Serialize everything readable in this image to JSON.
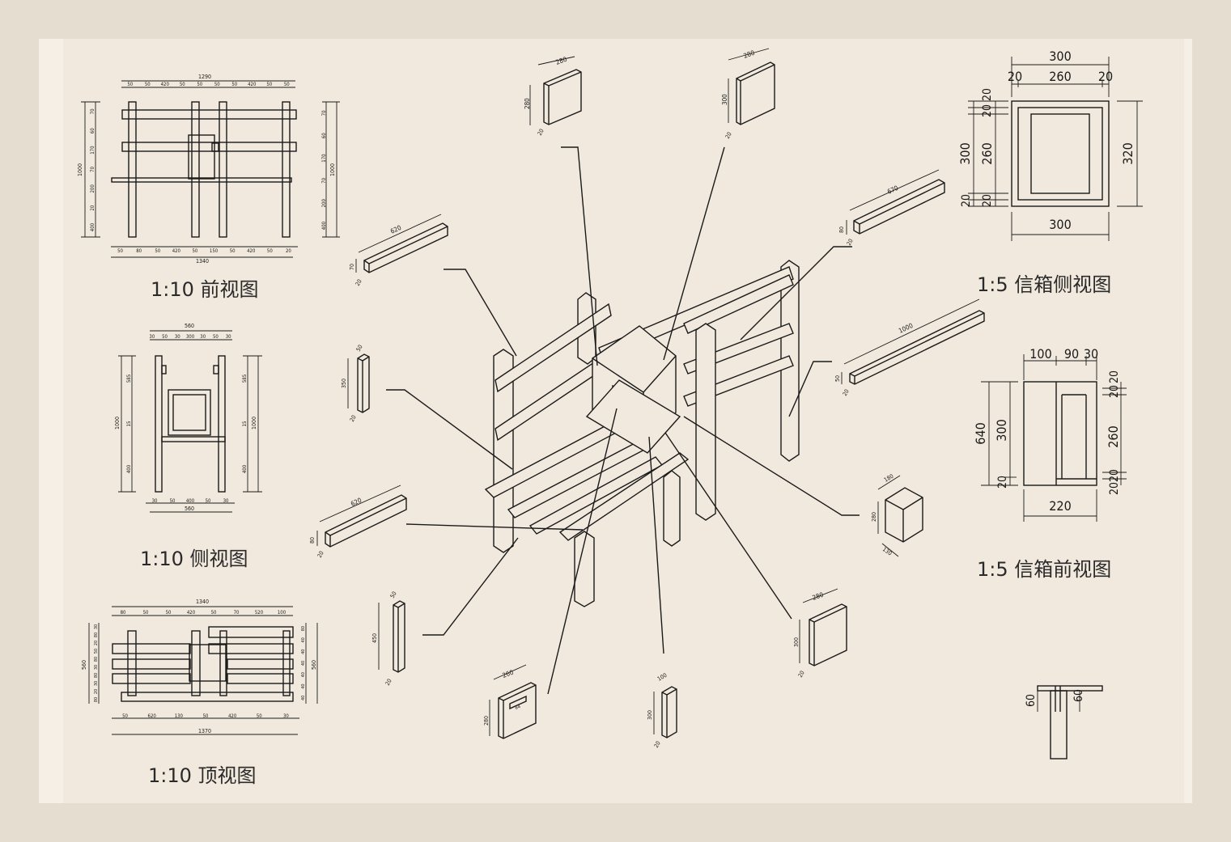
{
  "captions": {
    "front": "1:10   前视图",
    "side": "1:10   侧视图",
    "top": "1:10   顶视图",
    "mailbox_side": "1:5   信箱侧视图",
    "mailbox_front": "1:5   信箱前视图"
  },
  "front_view": {
    "top": [
      "50",
      "50",
      "420",
      "50",
      "50",
      "50",
      "50",
      "420",
      "50",
      "50"
    ],
    "overall_top": "1290",
    "bottom": [
      "50",
      "80",
      "50",
      "420",
      "50",
      "150",
      "50",
      "420",
      "50",
      "20"
    ],
    "overall_bottom": "1340",
    "left": [
      "70",
      "60",
      "170",
      "70",
      "200",
      "20",
      "400"
    ],
    "left_total": "1000",
    "right": [
      "70",
      "60",
      "170",
      "70",
      "200",
      "400"
    ],
    "right_total": "1000"
  },
  "side_view": {
    "top_total": "560",
    "top": [
      "30",
      "50",
      "30",
      "300",
      "30",
      "50",
      "30"
    ],
    "top_inner": [
      "30",
      "30"
    ],
    "bottom": [
      "30",
      "50",
      "400",
      "50",
      "30"
    ],
    "bottom_total": "560",
    "left": [
      "585",
      "15",
      "400"
    ],
    "left_total": "1000",
    "right": [
      "585",
      "15",
      "400"
    ],
    "right_total": "1000"
  },
  "top_view": {
    "top_total": "1340",
    "top": [
      "80",
      "50",
      "50",
      "420",
      "50",
      "70",
      "520",
      "100"
    ],
    "left": [
      "30",
      "80",
      "20",
      "50",
      "80",
      "30",
      "80",
      "30",
      "20",
      "80"
    ],
    "left_total": "560",
    "right": [
      "80",
      "40",
      "40",
      "40",
      "40",
      "40",
      "40"
    ],
    "right_total": "560",
    "bottom": [
      "50",
      "620",
      "130",
      "50",
      "420",
      "50",
      "30"
    ],
    "bottom_total": "1370"
  },
  "mailbox_side_view": {
    "top_total": "300",
    "top": [
      "20",
      "260",
      "20"
    ],
    "bottom": "300",
    "left_total": "300",
    "left": [
      "20",
      "20",
      "260",
      "20",
      "20"
    ],
    "right": "320"
  },
  "mailbox_front_view": {
    "top": [
      "100",
      "90",
      "30"
    ],
    "left_total": "640",
    "left": [
      "300",
      "20"
    ],
    "right": [
      "20",
      "20",
      "260",
      "20",
      "20"
    ],
    "bottom": "220"
  },
  "joint_detail": [
    "60",
    "60"
  ],
  "parts": {
    "lid_panel": [
      "280",
      "280",
      "20"
    ],
    "side_panel_a": [
      "280",
      "300",
      "20"
    ],
    "rail_670": [
      "670",
      "80",
      "20"
    ],
    "rail_620": [
      "620",
      "70",
      "20"
    ],
    "post_350": [
      "50",
      "350",
      "20"
    ],
    "rail_1000": [
      "1000",
      "50",
      "20"
    ],
    "rail_620b": [
      "620",
      "80",
      "20"
    ],
    "block": [
      "180",
      "280",
      "130"
    ],
    "post_450": [
      "50",
      "450",
      "20"
    ],
    "front_panel": [
      "260",
      "280",
      "84"
    ],
    "strip": [
      "100",
      "300",
      "20"
    ],
    "side_panel_b": [
      "280",
      "300",
      "20"
    ]
  }
}
